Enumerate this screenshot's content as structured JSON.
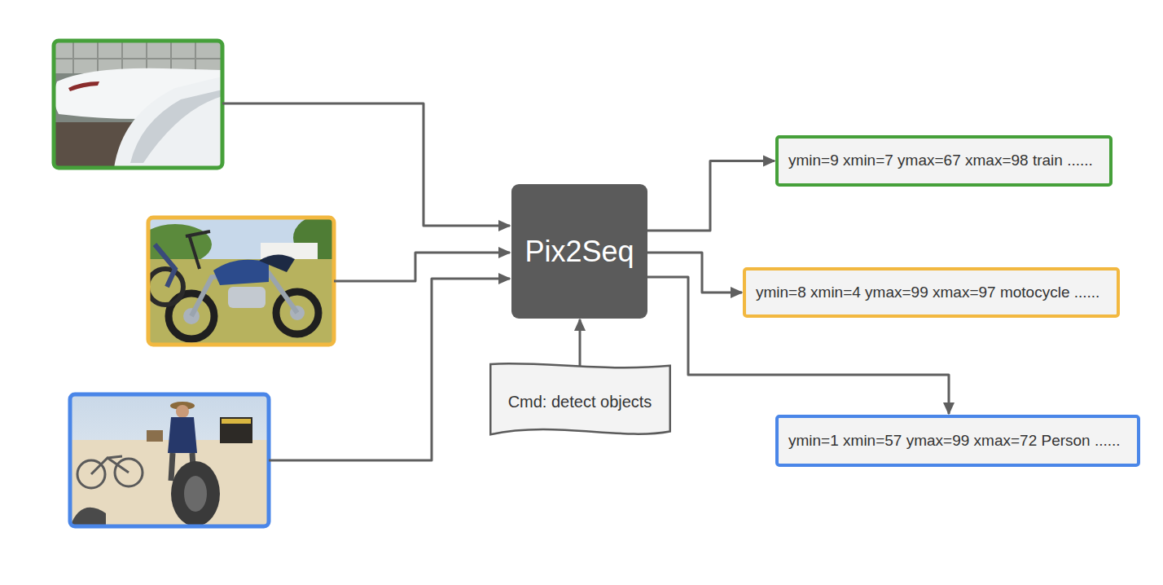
{
  "diagram": {
    "nodes": [
      {
        "text": [
          "Pix2Seq"
        ]
      },
      {
        "text": [
          "ymin=9 xmin=7 ymax=67 xmax=98 train ......"
        ]
      },
      {
        "text": [
          "ymin=8 xmin=4 ymax=99 xmax=97 motocycle ......"
        ]
      },
      {
        "text": [
          "Cmd: detect objects"
        ]
      },
      {
        "text": [
          "ymin=1 xmin=57 ymax=99 xmax=72 Person ......"
        ]
      }
    ],
    "edges": [
      {
        "from": 0,
        "to": 1,
        "arrow": "to"
      },
      {
        "from": 0,
        "to": 2,
        "arrow": "to"
      },
      {
        "from": 0,
        "to": 4,
        "arrow": "to"
      },
      {
        "from": 3,
        "to": 0,
        "arrow": "to"
      }
    ]
  }
}
